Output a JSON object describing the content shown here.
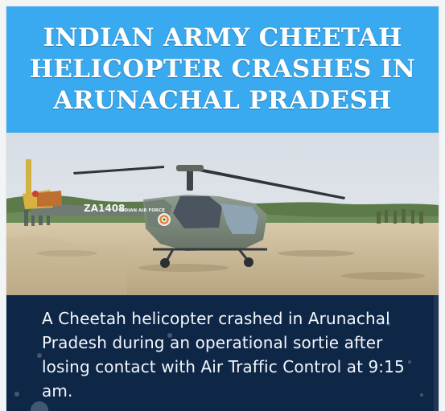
{
  "header": {
    "title": "INDIAN ARMY CHEETAH HELICOPTER CRASHES IN ARUNACHAL PRADESH"
  },
  "photo": {
    "tail_number": "ZA1408",
    "fuselage_text": "INDIAN AIR FORCE"
  },
  "body": {
    "summary": "A Cheetah helicopter crashed in Arunachal Pradesh during an operational sortie after losing contact with Air Traffic Control at 9:15 am."
  },
  "colors": {
    "header_background": "#3aaaf0",
    "body_background": "#0f2747",
    "headline_text": "#ffffff",
    "body_text": "#f3f6fb"
  }
}
